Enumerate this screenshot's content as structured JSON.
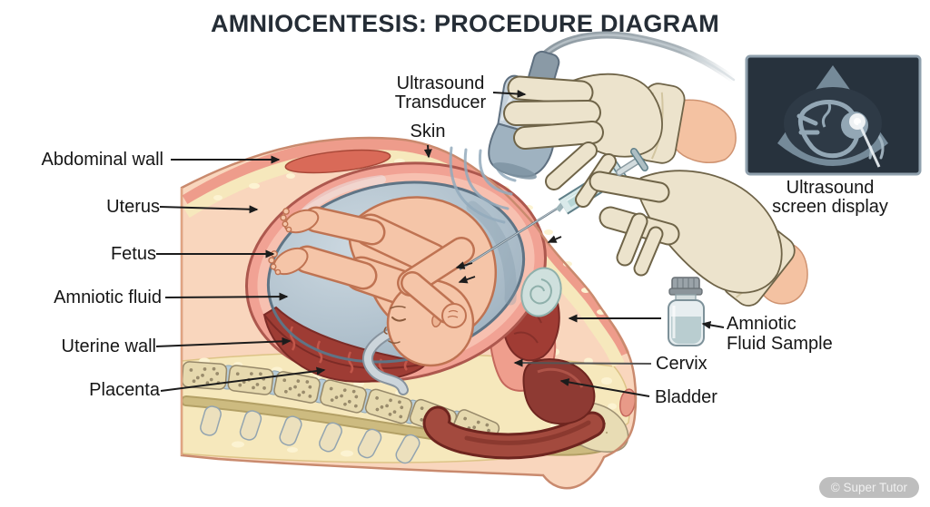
{
  "title": "AMNIOCENTESIS: PROCEDURE DIAGRAM",
  "left_labels": {
    "abdominal_wall": "Abdominal wall",
    "uterus": "Uterus",
    "fetus": "Fetus",
    "amniotic_fluid": "Amniotic fluid",
    "uterine_wall": "Uterine wall",
    "placenta": "Placenta"
  },
  "top_labels": {
    "transducer_line1": "Ultrasound",
    "transducer_line2": "Transducer",
    "skin": "Skin"
  },
  "right_labels": {
    "screen_caption_line1": "Ultrasound",
    "screen_caption_line2": "screen display",
    "sample_line1": "Amniotic",
    "sample_line2": "Fluid Sample",
    "cervix": "Cervix",
    "bladder": "Bladder"
  },
  "watermark": "© Super Tutor",
  "colors": {
    "title_text": "#252d36",
    "label_text": "#161616",
    "body_skin": "#f9d6bd",
    "skin_layer": "#ee9c8b",
    "fat_layer": "#f6e8bc",
    "muscle": "#d96a58",
    "uterus_wall": "#f1a294",
    "amniotic_fluid": "#aebfcc",
    "fetus_skin": "#f5c5a8",
    "placenta": "#9e3c34",
    "bone": "#e6d9ae",
    "disc": "#b7ccd8",
    "glove": "#ece3cc",
    "transducer_body": "#c6d2dc",
    "screen_background": "#27323d",
    "vial_fluid": "#b9cdd0",
    "watermark_bg": "#b0b0b0"
  }
}
